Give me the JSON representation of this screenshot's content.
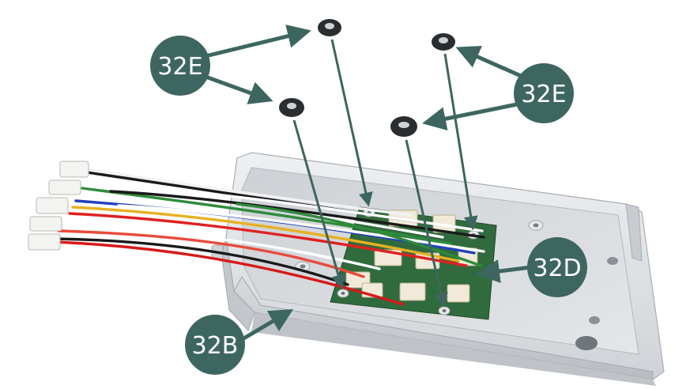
{
  "callouts": {
    "top_left": "32E",
    "right": "32E",
    "board": "32D",
    "housing": "32B"
  },
  "colors": {
    "callout_fill": "#3d6660",
    "arrow": "#3d6660",
    "housing": "#d9dcdf",
    "pcb": "#2f6b3c"
  }
}
